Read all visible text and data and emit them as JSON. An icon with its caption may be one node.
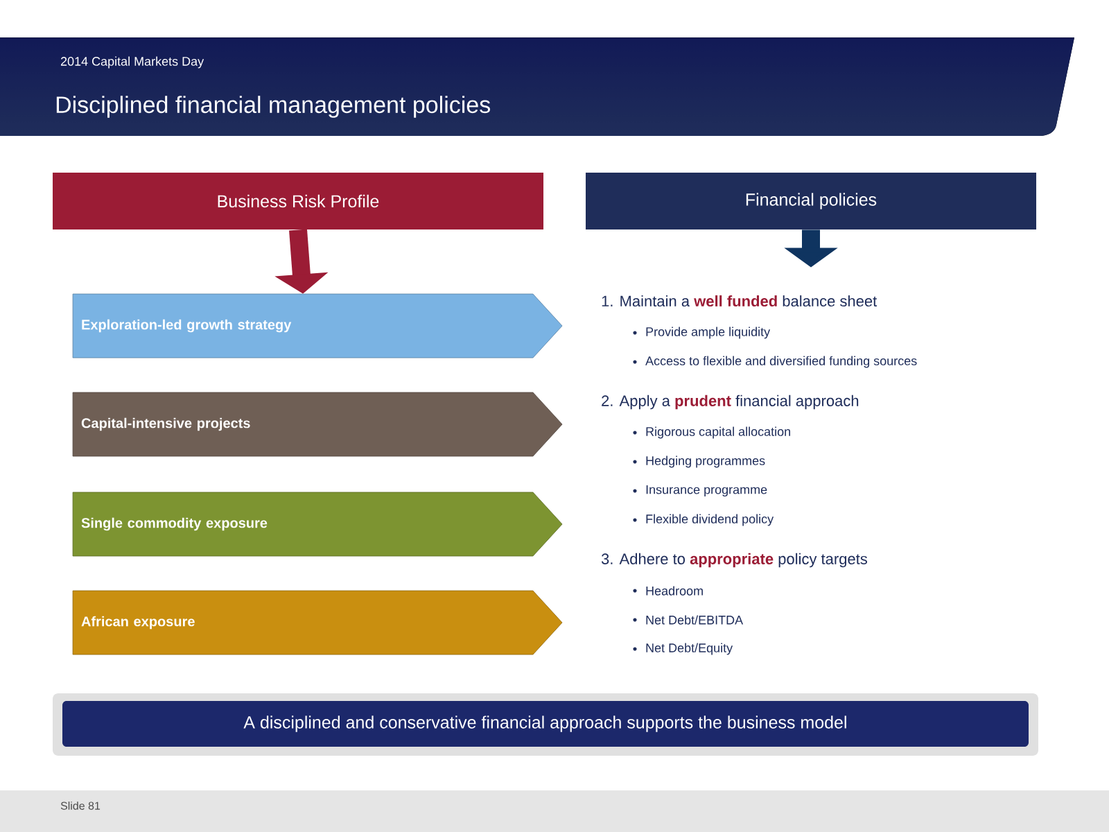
{
  "diagram": {
    "title": "Disciplined financial management policies",
    "nodes": [
      {
        "text": [
          "Business Risk Profile"
        ]
      },
      {
        "text": [
          "Financial policies"
        ]
      },
      {
        "text": [
          "Exploration-led growth strategy"
        ]
      },
      {
        "text": [
          "Capital-intensive projects"
        ]
      },
      {
        "text": [
          "Single commodity exposure"
        ]
      },
      {
        "text": [
          "African exposure"
        ]
      },
      {
        "text": [
          "A disciplined and conservative financial approach supports the business model"
        ]
      }
    ],
    "edges": [
      {
        "from": 0,
        "to": 2,
        "arrow": "to",
        "color": "#9b1c35"
      },
      {
        "from": 1,
        "to": null,
        "arrow": "to",
        "color": "#0f3460"
      }
    ],
    "labels": [
      "2014 Capital Markets Day",
      "1. Maintain a **well funded** balance sheet",
      "Provide ample liquidity",
      "Access to flexible and diversified funding sources",
      "2. Apply a **prudent** financial approach",
      "Rigorous capital allocation",
      "Hedging programmes",
      "Insurance programme",
      "Flexible dividend policy",
      "3. Adhere to **appropriate** policy targets",
      "Headroom",
      "Net Debt/EBITDA",
      "Net Debt/Equity",
      "Slide 81"
    ]
  }
}
